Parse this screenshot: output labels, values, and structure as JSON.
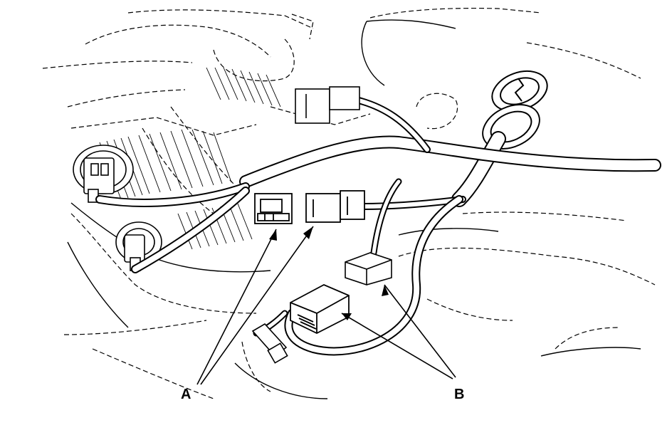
{
  "figure": {
    "callouts": [
      {
        "id": "A",
        "label": "A"
      },
      {
        "id": "B",
        "label": "B"
      }
    ],
    "colors": {
      "line": "#000000",
      "background": "#ffffff"
    }
  }
}
